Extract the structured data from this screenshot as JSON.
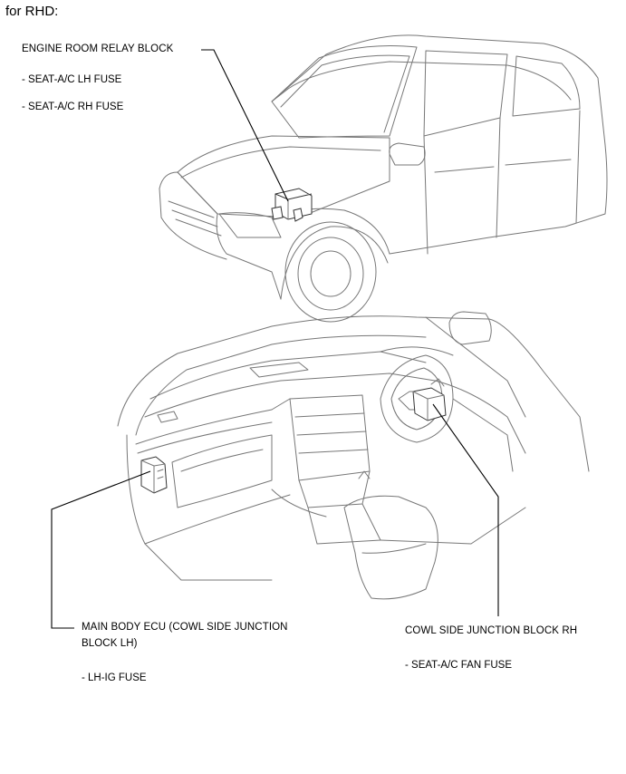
{
  "heading": "for RHD:",
  "callouts": {
    "engine_relay": {
      "title": "ENGINE ROOM RELAY BLOCK",
      "fuses": [
        "- SEAT-A/C LH FUSE",
        "- SEAT-A/C RH FUSE"
      ]
    },
    "main_body_ecu": {
      "title_line1": "MAIN BODY ECU (COWL SIDE JUNCTION",
      "title_line2": "BLOCK LH)",
      "fuses": [
        "- LH-IG FUSE"
      ]
    },
    "cowl_rh": {
      "title": "COWL SIDE JUNCTION BLOCK RH",
      "fuses": [
        "- SEAT-A/C FAN FUSE"
      ]
    }
  },
  "icons": [
    "vehicle-exterior-icon",
    "vehicle-interior-dashboard-icon",
    "relay-block-icon",
    "junction-block-lh-icon",
    "junction-block-rh-icon"
  ]
}
